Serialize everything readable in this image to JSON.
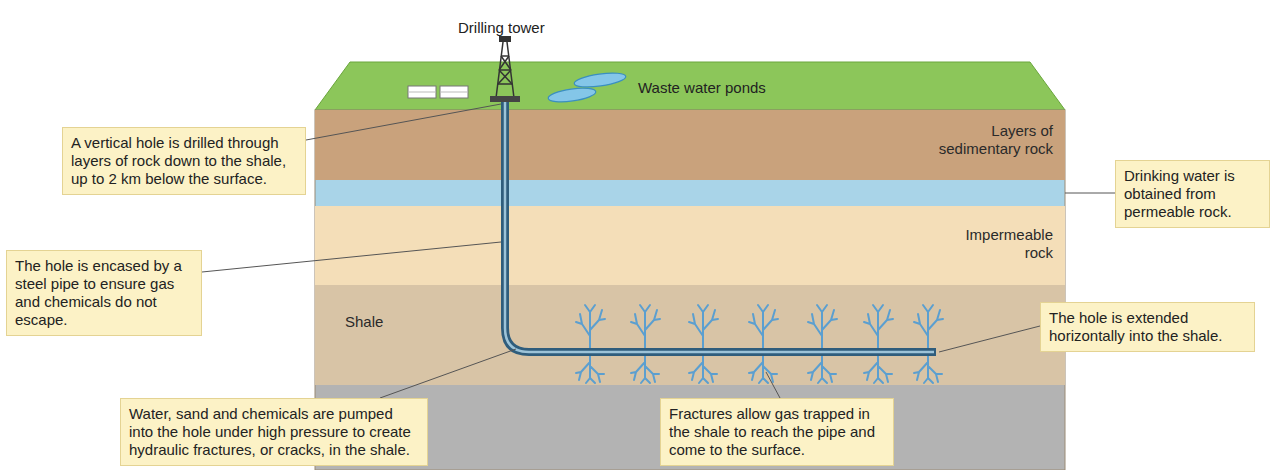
{
  "diagram": {
    "nodes": [
      {
        "text": [
          "Layers of sedimentary rock"
        ]
      },
      {
        "text": [
          "A vertical hole is drilled through layers of rock down to the shale, up to 2 km below the surface."
        ]
      },
      {
        "text": [
          "Drinking water is obtained from permeable rock."
        ]
      },
      {
        "text": [
          "Impermeable rock"
        ]
      },
      {
        "text": [
          "The hole is encased by a steel pipe to ensure gas and chemicals do not escape."
        ]
      },
      {
        "text": [
          "Shale"
        ]
      },
      {
        "text": [
          "The hole is extended horizontally into the shale."
        ]
      },
      {
        "text": [
          "Water, sand and chemicals are pumped into the hole under high pressure to create hydraulic fractures, or cracks, in the shale."
        ]
      },
      {
        "text": [
          "Fractures allow gas trapped in the shale to reach the pipe and come to the surface."
        ]
      }
    ],
    "labels": [
      "Drilling tower",
      "Waste water ponds"
    ]
  }
}
